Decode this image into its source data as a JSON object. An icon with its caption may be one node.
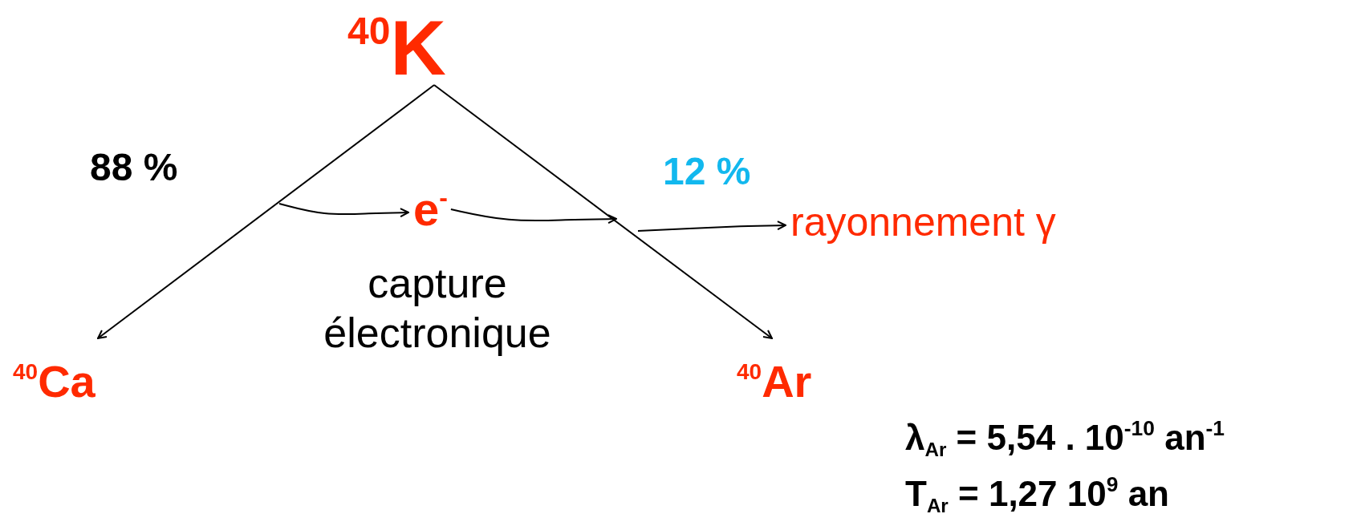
{
  "diagram": {
    "nodes": [
      {
        "text": [
          "$^{40}$K"
        ]
      },
      {
        "text": [
          "$^{40}$Ca"
        ]
      },
      {
        "text": [
          "$^{40}$Ar"
        ]
      },
      {
        "text": [
          "e$^{-}$"
        ]
      },
      {
        "text": [
          "rayonnement γ"
        ]
      }
    ],
    "edges": [
      {
        "from": 0,
        "to": 1,
        "arrow": "to"
      },
      {
        "from": 0,
        "to": 2,
        "arrow": "to"
      },
      {
        "from": null,
        "to": 3,
        "arrow": "to"
      },
      {
        "from": 3,
        "to": null,
        "arrow": "to"
      },
      {
        "from": null,
        "to": 4,
        "arrow": "to"
      }
    ],
    "labels": [
      "88 %",
      "12 %",
      "capture électronique",
      "λ$_{Ar}$ = 5,54 . 10$^{-10}$ an$^{-1}$",
      "T$_{Ar}$ = 1,27 10$^{9}$ an"
    ]
  }
}
